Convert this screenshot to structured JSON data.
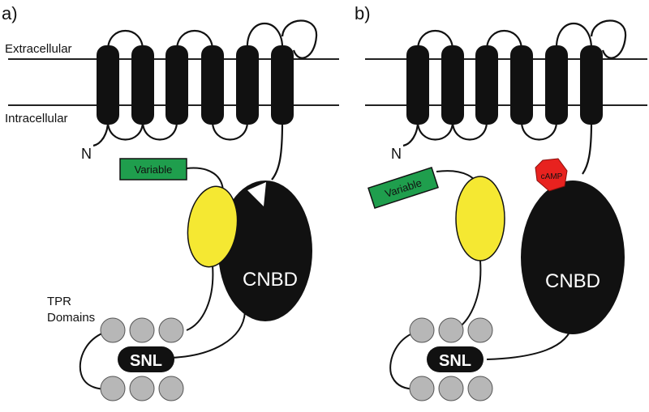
{
  "panels": [
    {
      "label": "a)",
      "extracellular": "Extracellular",
      "intracellular": "Intracellular",
      "n_terminus": "N",
      "variable": "Variable",
      "cnbd": "CNBD",
      "tpr_line1": "TPR",
      "tpr_line2": "Domains",
      "snl": "SNL"
    },
    {
      "label": "b)",
      "n_terminus": "N",
      "variable": "Variable",
      "camp": "cAMP",
      "cnbd": "CNBD",
      "snl": "SNL"
    }
  ],
  "colors": {
    "ink": "#111111",
    "variable_fill": "#1f9e4d",
    "yellow_domain": "#f5e832",
    "camp_fill": "#e8221f",
    "tpr_fill": "#b7b7b7",
    "membrane_line": "#222222"
  }
}
